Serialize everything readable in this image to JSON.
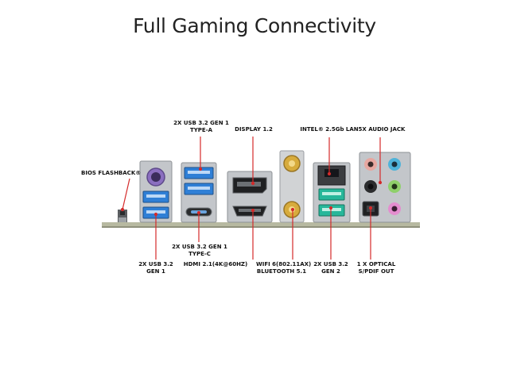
{
  "title": "Full Gaming Connectivity",
  "labels": {
    "bios_flashback": "BIOS FLASHBACK®",
    "usb_typea_1": "2X USB 3.2 GEN 1",
    "usb_typea_2": "TYPE-A",
    "display": "DISPLAY 1.2",
    "lan": "INTEL® 2.5Gb LAN",
    "audio": "5X AUDIO JACK",
    "usb_gen1_1": "2X USB 3.2",
    "usb_gen1_2": "GEN 1",
    "usb_typec_1": "2X USB 3.2 GEN 1",
    "usb_typec_2": "TYPE-C",
    "hdmi": "HDMI 2.1(4K@60HZ)",
    "wifi_1": "WIFI 6(802.11AX)",
    "wifi_2": "BLUETOOTH 5.1",
    "usb_gen2_1": "2X USB 3.2",
    "usb_gen2_2": "GEN 2",
    "optical_1": "1 X OPTICAL",
    "optical_2": "S/PDIF OUT"
  },
  "colors": {
    "callout_line": "#d42a2a",
    "usb3_blue": "#2f7fd6",
    "usb_gen2_teal": "#27b79a",
    "ps2_purple": "#8b6fc0",
    "gold": "#d7ab3c",
    "board": "#b7b9a1"
  }
}
